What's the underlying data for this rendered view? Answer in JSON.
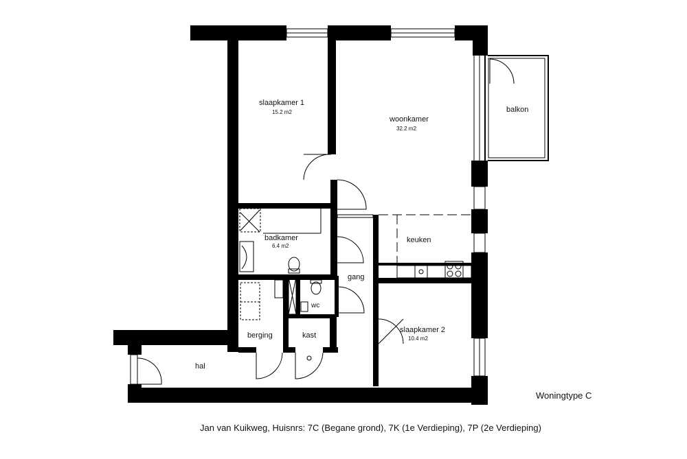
{
  "rooms": {
    "slaapkamer1": {
      "name": "slaapkamer  1",
      "area": "15.2  m2"
    },
    "woonkamer": {
      "name": "woonkamer",
      "area": "32.2  m2"
    },
    "balkon": {
      "name": "balkon"
    },
    "badkamer": {
      "name": "badkamer",
      "area": "6.4  m2"
    },
    "keuken": {
      "name": "keuken"
    },
    "gang": {
      "name": "gang"
    },
    "wc": {
      "name": "wc"
    },
    "berging": {
      "name": "berging"
    },
    "kast": {
      "name": "kast"
    },
    "slaapkamer2": {
      "name": "slaapkamer  2",
      "area": "10.4  m2"
    },
    "hal": {
      "name": "hal"
    }
  },
  "caption": {
    "woningtype": "Woningtype C",
    "address": "Jan van Kuikweg, Huisnrs: 7C (Begane grond), 7K (1e Verdieping), 7P (2e Verdieping)"
  },
  "colors": {
    "wall": "#000000",
    "line": "#000000",
    "background": "#ffffff"
  }
}
